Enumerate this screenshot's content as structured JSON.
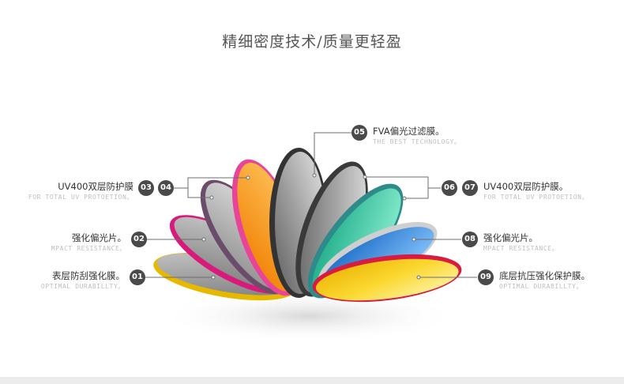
{
  "title": "精细密度技术/质量更轻盈",
  "badges": {
    "b01": "01",
    "b02": "02",
    "b03": "03",
    "b04": "04",
    "b05": "05",
    "b06": "06",
    "b07": "07",
    "b08": "08",
    "b09": "09"
  },
  "labels": {
    "l01": {
      "main": "表层防刮强化膜。",
      "sub": "OPTIMAL DURABILLTY。"
    },
    "l02": {
      "main": "强化偏光片。",
      "sub": "MPACT RESISTANCE。"
    },
    "l0304": {
      "main": "UV400双层防护膜",
      "sub": "FOR TOTAL UV PROTOETION。"
    },
    "l05": {
      "main": "FVA偏光过滤膜。",
      "sub": "THE BEST TECHNOLOGY。"
    },
    "l0607": {
      "main": "UV400双层防护膜。",
      "sub": "FOR TOTAL UV PROTOETION。"
    },
    "l08": {
      "main": "强化偏光片。",
      "sub": "MPACT RESISTANCE。"
    },
    "l09": {
      "main": "底层抗压强化保护膜。",
      "sub": "OPTIMAL DURABILLTY。"
    }
  },
  "colors": {
    "yellow": "#f2c400",
    "gray": "#8d8d8d",
    "magenta": "#d81b7a",
    "orange": "#f7941d",
    "charcoal": "#4d4d4d",
    "teal": "#1ec8a0",
    "blue": "#1f7fd6",
    "badge": "#4a4a4a"
  }
}
